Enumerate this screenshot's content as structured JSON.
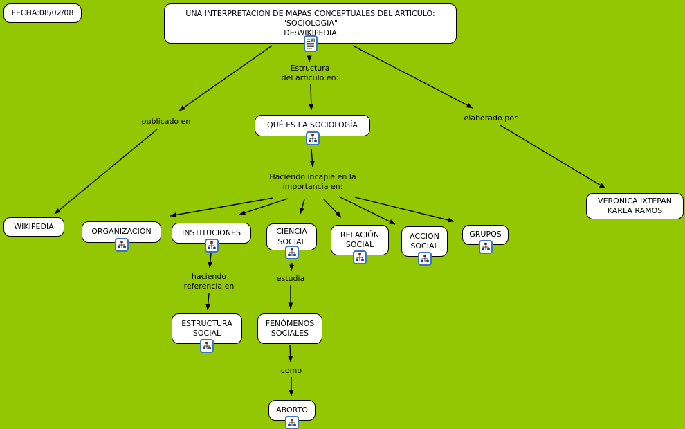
{
  "background_color": "#93C701",
  "date_box": {
    "text": "FECHA:08/02/08"
  },
  "nodes": {
    "title": {
      "text": "UNA INTERPRETACION DE MAPAS CONCEPTUALES DEL ARTICULO:\n\"SOCIOLOGIA\"\nDE:WIKIPEDIA",
      "resource_icon": "document"
    },
    "que_es": {
      "text": "QUÉ ES LA SOCIOLOGÍA",
      "resource_icon": "concept-map"
    },
    "wikipedia": {
      "text": "WIKIPEDIA"
    },
    "organizacion": {
      "text": "ORGANIZACIÓN",
      "resource_icon": "concept-map"
    },
    "instituciones": {
      "text": "INSTITUCIONES",
      "resource_icon": "concept-map"
    },
    "ciencia_social": {
      "text": "CIENCIA\nSOCIAL",
      "resource_icon": "concept-map"
    },
    "relacion_social": {
      "text": "RELACIÓN\nSOCIAL",
      "resource_icon": "concept-map"
    },
    "accion_social": {
      "text": "ACCIÓN\nSOCIAL",
      "resource_icon": "concept-map"
    },
    "grupos": {
      "text": "GRUPOS",
      "resource_icon": "concept-map"
    },
    "autores": {
      "text": "VERONICA IXTEPAN\nKARLA RAMOS"
    },
    "estructura_social": {
      "text": "ESTRUCTURA\nSOCIAL",
      "resource_icon": "concept-map"
    },
    "fenomenos_sociales": {
      "text": "FENÓMENOS\nSOCIALES"
    },
    "aborto": {
      "text": "ABORTO",
      "resource_icon": "concept-map"
    }
  },
  "linking_phrases": {
    "estructura_articulo": {
      "text": "Estructura\ndel articulo en:"
    },
    "publicado_en": {
      "text": "publicado en"
    },
    "elaborado_por": {
      "text": "elaborado por"
    },
    "incapie": {
      "text": "Haciendo incapie en la\nimportancia en:"
    },
    "referencia": {
      "text": "haciendo\nreferencia en"
    },
    "estudia": {
      "text": "estudia"
    },
    "como": {
      "text": "como"
    }
  },
  "edges": [
    {
      "from": "UNA INTERPRETACION DE MAPAS CONCEPTUALES DEL ARTICULO: \"SOCIOLOGIA\" DE:WIKIPEDIA",
      "phrase": "publicado en",
      "to": "WIKIPEDIA"
    },
    {
      "from": "UNA INTERPRETACION DE MAPAS CONCEPTUALES DEL ARTICULO: \"SOCIOLOGIA\" DE:WIKIPEDIA",
      "phrase": "Estructura del articulo en:",
      "to": "QUÉ ES LA SOCIOLOGÍA"
    },
    {
      "from": "UNA INTERPRETACION DE MAPAS CONCEPTUALES DEL ARTICULO: \"SOCIOLOGIA\" DE:WIKIPEDIA",
      "phrase": "elaborado por",
      "to": "VERONICA IXTEPAN KARLA RAMOS"
    },
    {
      "from": "QUÉ ES LA SOCIOLOGÍA",
      "phrase": "Haciendo incapie en la importancia en:",
      "to": "ORGANIZACIÓN"
    },
    {
      "from": "QUÉ ES LA SOCIOLOGÍA",
      "phrase": "Haciendo incapie en la importancia en:",
      "to": "INSTITUCIONES"
    },
    {
      "from": "QUÉ ES LA SOCIOLOGÍA",
      "phrase": "Haciendo incapie en la importancia en:",
      "to": "CIENCIA SOCIAL"
    },
    {
      "from": "QUÉ ES LA SOCIOLOGÍA",
      "phrase": "Haciendo incapie en la importancia en:",
      "to": "RELACIÓN SOCIAL"
    },
    {
      "from": "QUÉ ES LA SOCIOLOGÍA",
      "phrase": "Haciendo incapie en la importancia en:",
      "to": "ACCIÓN SOCIAL"
    },
    {
      "from": "QUÉ ES LA SOCIOLOGÍA",
      "phrase": "Haciendo incapie en la importancia en:",
      "to": "GRUPOS"
    },
    {
      "from": "INSTITUCIONES",
      "phrase": "haciendo referencia en",
      "to": "ESTRUCTURA SOCIAL"
    },
    {
      "from": "CIENCIA SOCIAL",
      "phrase": "estudia",
      "to": "FENÓMENOS SOCIALES"
    },
    {
      "from": "FENÓMENOS SOCIALES",
      "phrase": "como",
      "to": "ABORTO"
    }
  ]
}
